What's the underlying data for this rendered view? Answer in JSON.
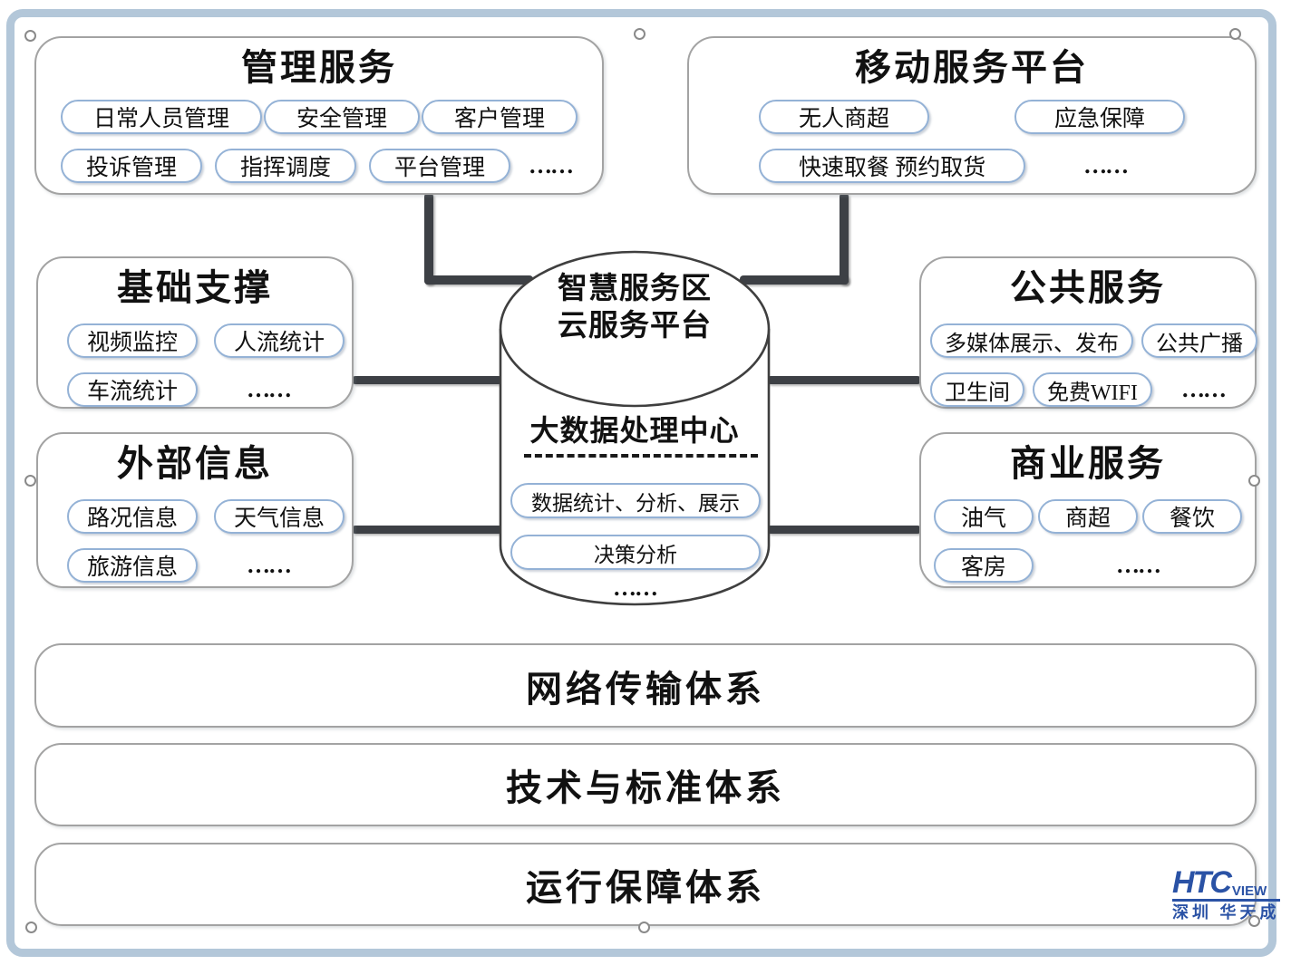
{
  "colors": {
    "frame": "#b3c7d9",
    "box_border": "#a3a3a3",
    "pill_border": "#94b2d6",
    "connector": "#3d4045",
    "text": "#111111",
    "logo_blue": "#2a52a5"
  },
  "misc": {
    "more": "……"
  },
  "boxes": {
    "management": {
      "title": "管理服务",
      "rows": [
        [
          "日常人员管理",
          "安全管理",
          "客户管理"
        ],
        [
          "投诉管理",
          "指挥调度",
          "平台管理",
          "……"
        ]
      ]
    },
    "mobile": {
      "title": "移动服务平台",
      "rows": [
        [
          "无人商超",
          "应急保障"
        ],
        [
          "快速取餐 预约取货",
          "……"
        ]
      ]
    },
    "basic": {
      "title": "基础支撑",
      "rows": [
        [
          "视频监控",
          "人流统计"
        ],
        [
          "车流统计",
          "……"
        ]
      ]
    },
    "external": {
      "title": "外部信息",
      "rows": [
        [
          "路况信息",
          "天气信息"
        ],
        [
          "旅游信息",
          "……"
        ]
      ]
    },
    "public": {
      "title": "公共服务",
      "rows": [
        [
          "多媒体展示、发布",
          "公共广播"
        ],
        [
          "卫生间",
          "免费WIFI",
          "……"
        ]
      ]
    },
    "business": {
      "title": "商业服务",
      "rows": [
        [
          "油气",
          "商超",
          "餐饮"
        ],
        [
          "客房",
          "……"
        ]
      ]
    }
  },
  "center": {
    "title_line1": "智慧服务区",
    "title_line2": "云服务平台",
    "subtitle": "大数据处理中心",
    "pills": [
      "数据统计、分析、展示",
      "决策分析"
    ],
    "more": "……"
  },
  "bars": [
    "网络传输体系",
    "技术与标准体系",
    "运行保障体系"
  ],
  "logo": {
    "main": "HTC",
    "sub": "VIEW",
    "caption": "深圳 华天成"
  }
}
